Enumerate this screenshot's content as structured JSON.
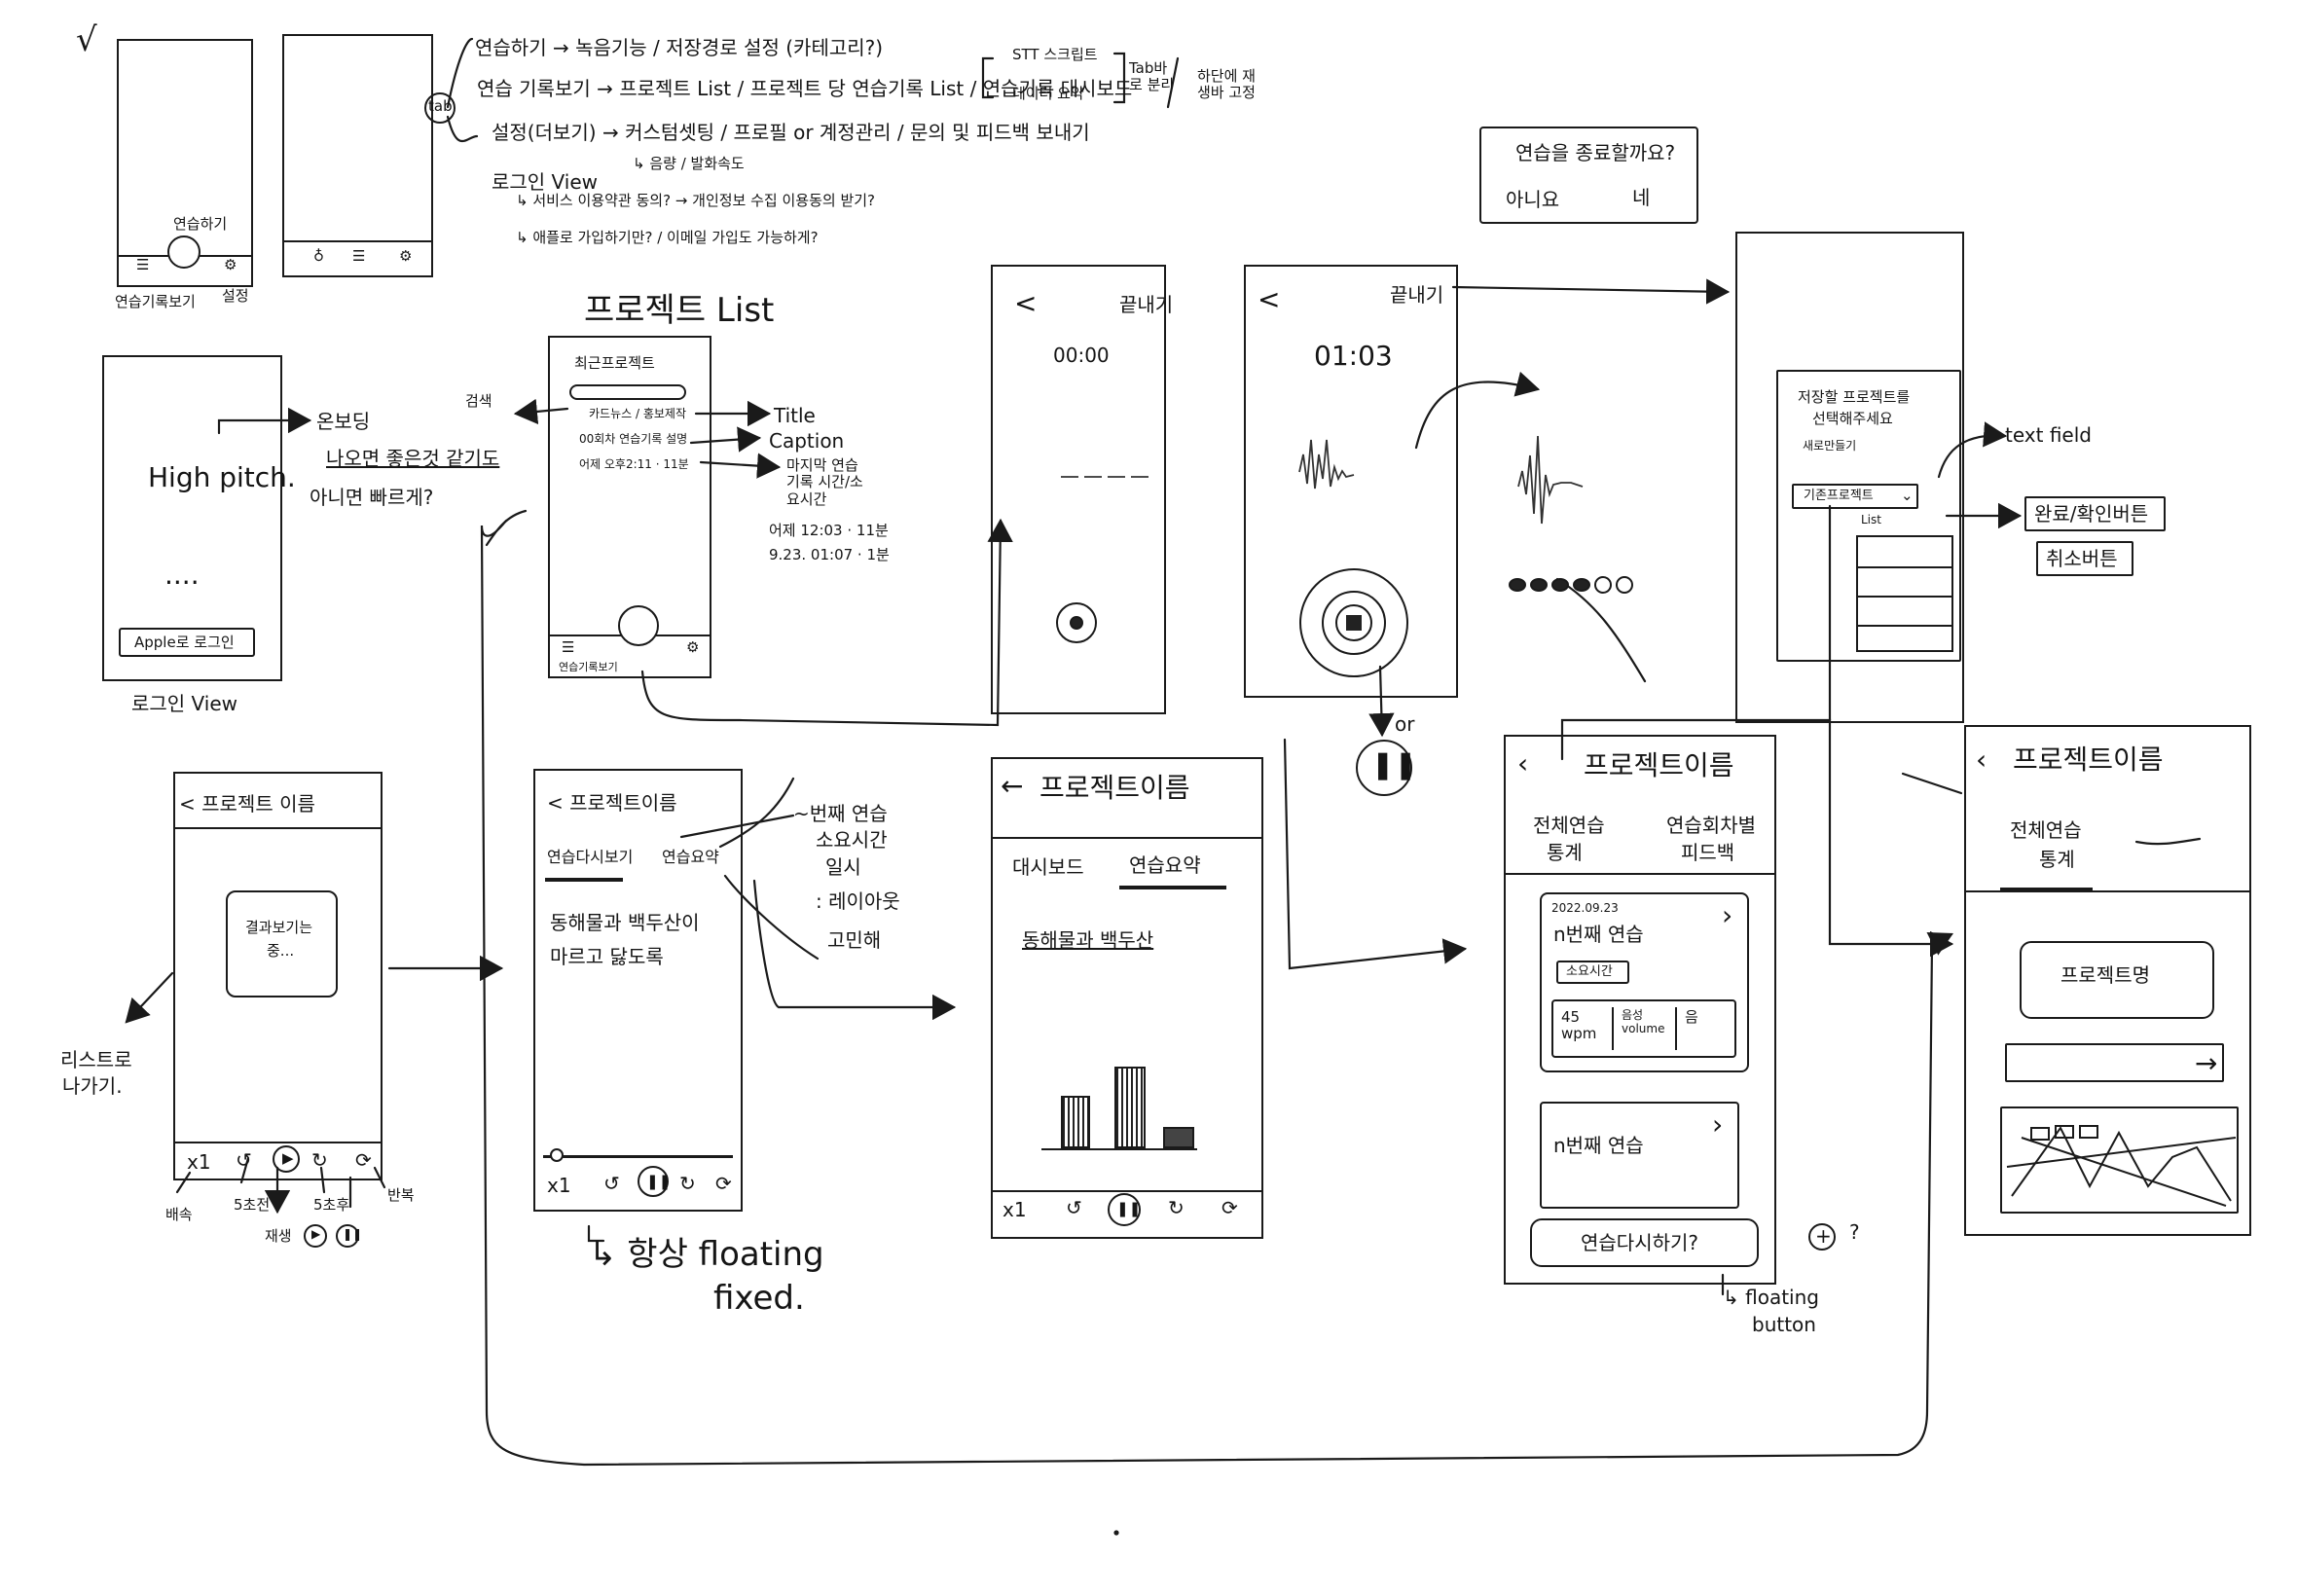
{
  "top_notes": {
    "check": "√",
    "tab_badge": "tab",
    "row1": "연습하기 → 녹음기능 / 저장경로 설정 (카테고리?)",
    "row2": "연습 기록보기 → 프로젝트 List / 프로젝트 당 연습기록 List / 연습기록 대시보드",
    "row2_stt": "STT 스크립트",
    "row2_data": "데이터 요약",
    "row2_tab": "Tab바로 분리",
    "row2_bottom": "하단에 재생바 고정",
    "row3": "설정(더보기) → 커스텀셋팅 / 프로필 or 계정관리 / 문의 및 피드백 보내기",
    "row3_sub": "↳ 음량 / 발화속도",
    "login_view": "로그인 View ",
    "login_q1": "↳ 서비스 이용약관 동의? → 개인정보 수집 이용동의 받기?",
    "login_q2": "↳ 애플로 가입하기만? / 이메일 가입도 가능하게?",
    "label_practice": "연습하기",
    "label_records": "연습기록보기",
    "label_settings": "설정"
  },
  "login_frame": {
    "text": "High pitch.",
    "dots": "....",
    "apple_button": "Apple로 로그인",
    "caption": "로그인 View",
    "annot_onboarding": "온보딩",
    "annot_line1": "나오면 좋은것 같기도",
    "annot_line2": "아니면 빠르게?"
  },
  "project_list": {
    "heading": "프로젝트 List",
    "recent": "최근프로젝트",
    "search_annot": "검색",
    "item1": "카드뉴스 / 홍보제작",
    "item2": "00회차 연습기록 설명",
    "item3": "어제 오후2:11 · 11분",
    "annot_title": "Title",
    "annot_caption": "Caption",
    "annot_last": "마지막 연습기록 시간/소요시간",
    "annot_ex1": "어제 12:03 · 11분",
    "annot_ex2": "9.23. 01:07 · 1분",
    "bottom_left": "연습기록보기"
  },
  "recorder1": {
    "back": "<",
    "save": "끝내기",
    "timer": "00:00"
  },
  "recorder2": {
    "back": "<",
    "save": "끝내기",
    "timer": "01:03",
    "or": "or"
  },
  "save_dialog": {
    "question": "연습을 종료할까요?",
    "no": "아니요",
    "yes": "네"
  },
  "save_panel": {
    "line1": "저장할 프로젝트를",
    "line2": "선택해주세요",
    "new": "새로만들기",
    "existing": "기존프로젝트",
    "list": "List",
    "annot_text_field": "text field",
    "annot_done": "완료/확인버튼",
    "annot_cancel": "취소버튼"
  },
  "playback1": {
    "title": "< 프로젝트 이름",
    "loading_line1": "결과보기는",
    "loading_line2": "중...",
    "annot_back1": "리스트로",
    "annot_back2": "나가기.",
    "speed": "x1",
    "lbl_speed": "배속",
    "lbl_back": "5초전",
    "lbl_play": "재생",
    "lbl_fwd": "5초후",
    "lbl_repeat": "반복"
  },
  "playback2": {
    "title": "< 프로젝트이름",
    "tab1": "연습다시보기",
    "tab2": "연습요약",
    "text1": "동해물과 백두산이",
    "text2": "마르고 닳도록",
    "speed": "x1",
    "annot_r1": "~번째 연습",
    "annot_r2": "소요시간",
    "annot_r3": "일시",
    "annot_r4": ": 레이아웃",
    "annot_r5": "고민해",
    "annot_floating1": "↳ 항상 floating",
    "annot_floating2": "fixed."
  },
  "summary_frame": {
    "title": "프로젝트이름",
    "tab1": "대시보드",
    "tab2": "연습요약",
    "text": "동해물과 백두산",
    "speed": "x1"
  },
  "project_detail": {
    "title": "프로젝트이름",
    "tab1_line1": "전체연습",
    "tab1_line2": "통계",
    "tab2_line1": "연습회차별",
    "tab2_line2": "피드백",
    "card1_date": "2022.09.23",
    "card1_title": "n번째 연습",
    "card1_tag": "소요시간",
    "card1_m1": "45 wpm",
    "card1_m2": "음성 volume",
    "card1_m3": "음",
    "card2_title": "n번째 연습",
    "button": "연습다시하기?",
    "plus_q": "?",
    "annot_floating1": "↳ floating",
    "annot_floating2": "button"
  },
  "stats_frame": {
    "title": "프로젝트이름",
    "tab1_line1": "전체연습",
    "tab1_line2": "통계",
    "card_text": "프로젝트명"
  }
}
